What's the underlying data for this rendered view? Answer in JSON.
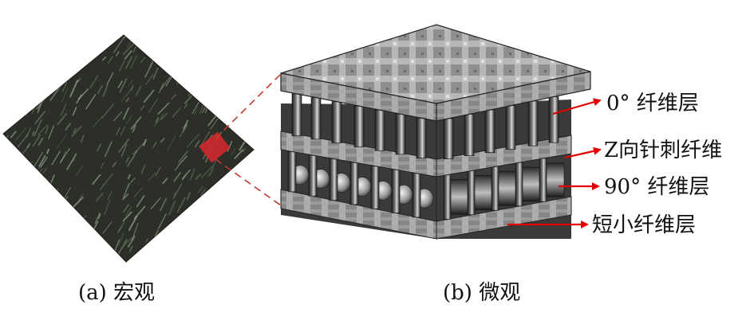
{
  "panels": {
    "a": {
      "caption": "(a)  宏观"
    },
    "b": {
      "caption": "(b)  微观"
    }
  },
  "layer_labels": [
    {
      "id": "layer-0deg",
      "text": "0°  纤维层"
    },
    {
      "id": "layer-z-needle",
      "text": "Z向针刺纤维"
    },
    {
      "id": "layer-90deg",
      "text": "90°  纤维层"
    },
    {
      "id": "layer-short",
      "text": "短小纤维层"
    }
  ],
  "colors": {
    "arrow": "#e00000",
    "leader_dash": "#c0392b",
    "highlight": "#d9272e",
    "macro_dark": "#262a22",
    "plate_gray": "#9a9a9a"
  }
}
